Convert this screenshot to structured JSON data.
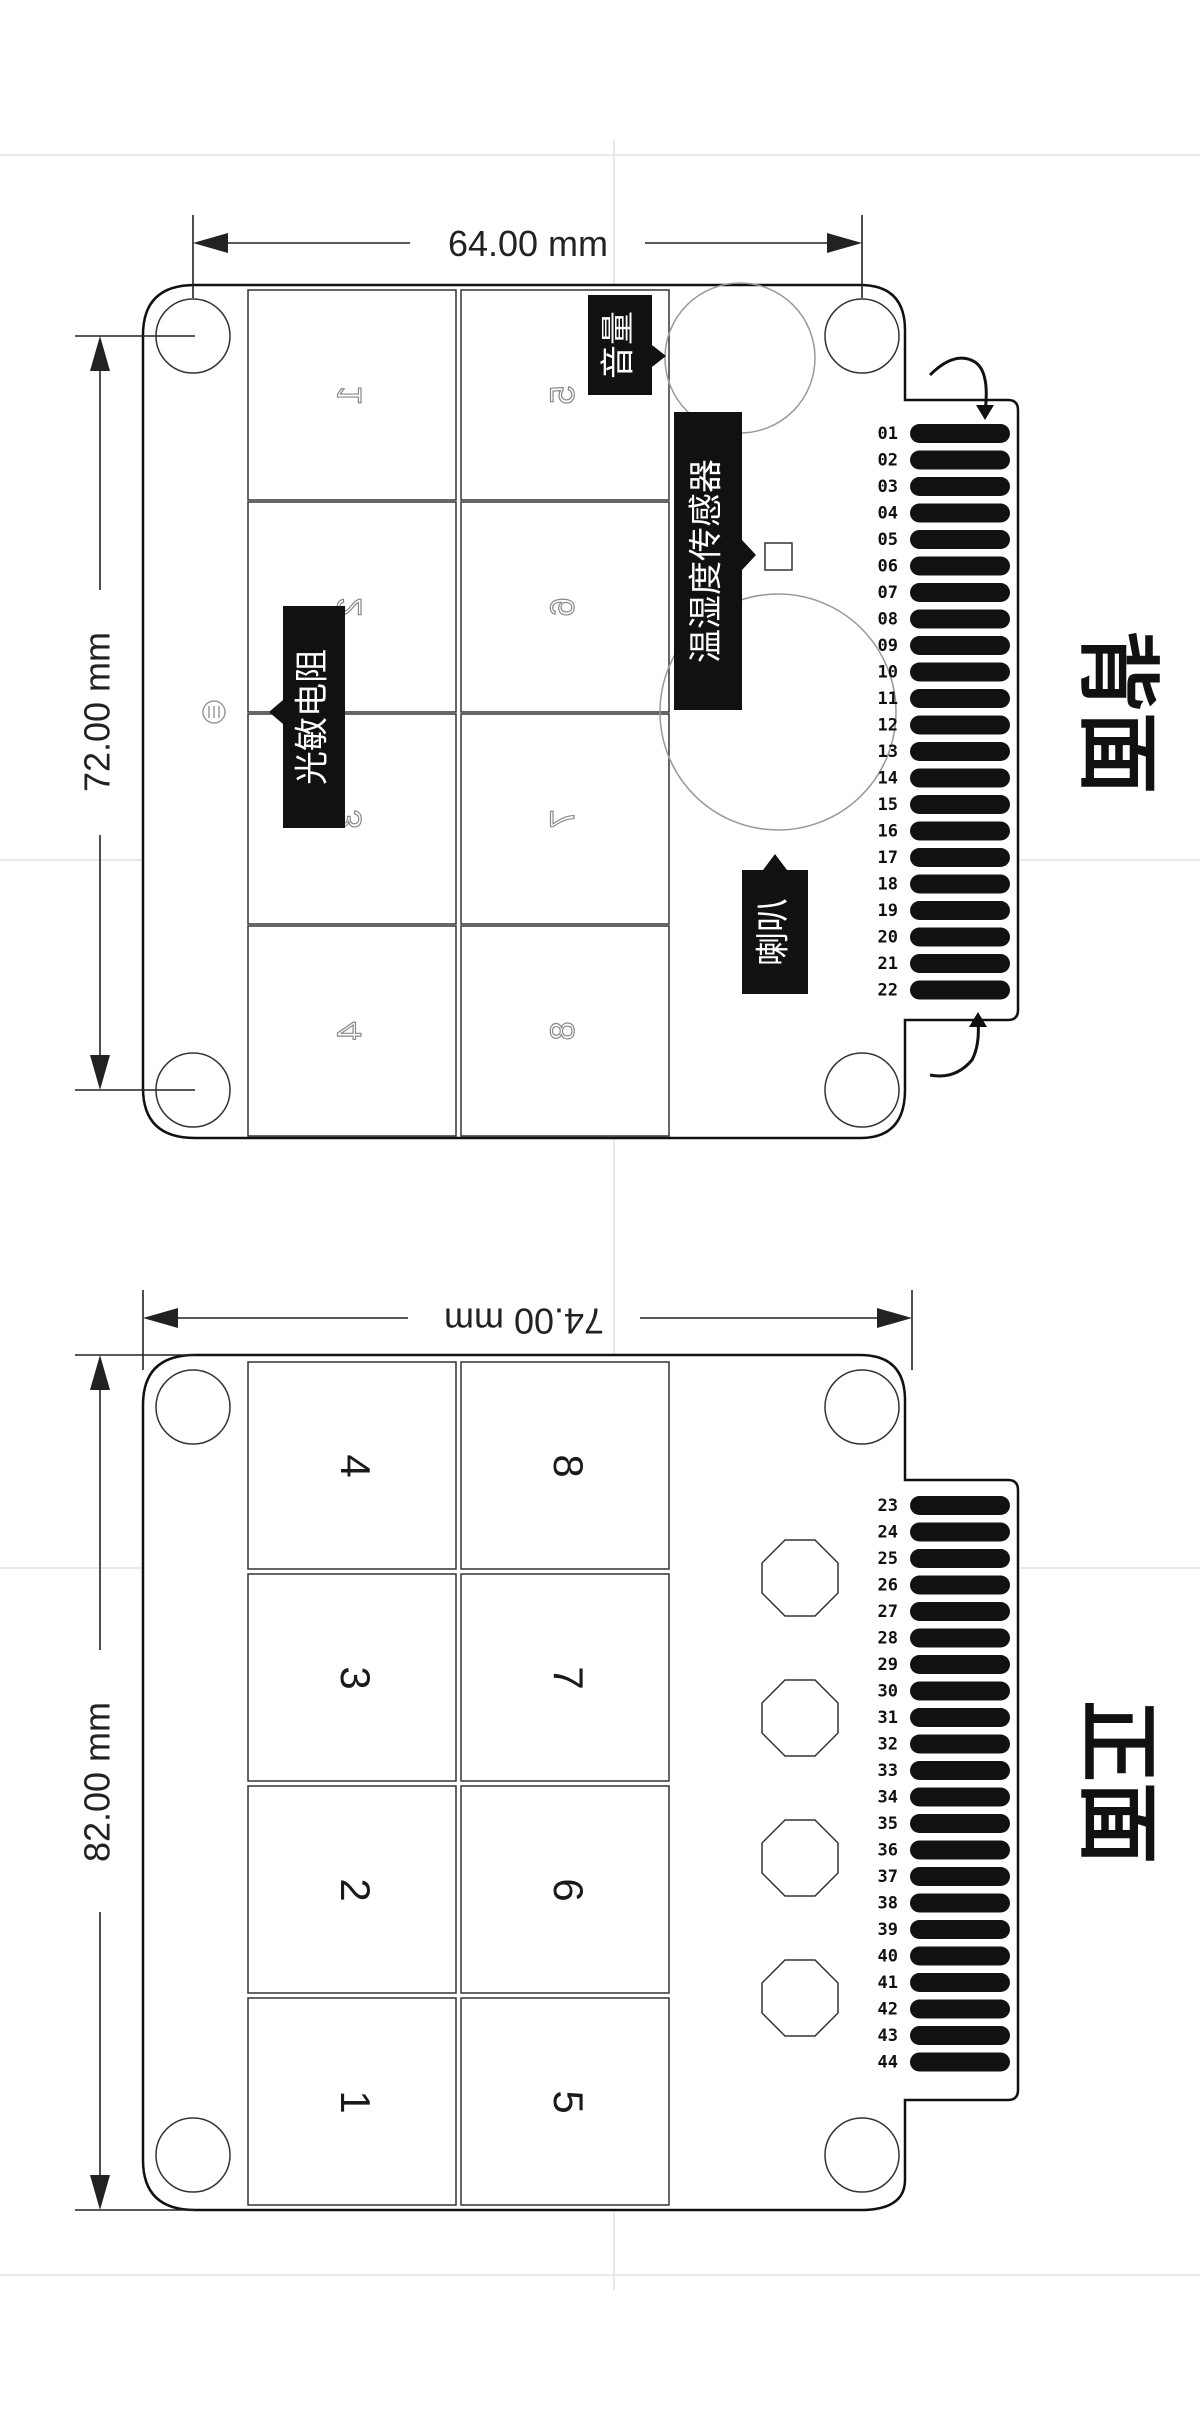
{
  "back": {
    "title": "背面",
    "width_dim": "64.00 mm",
    "height_dim": "72.00 mm",
    "keys": [
      "1",
      "2",
      "3",
      "4",
      "5",
      "6",
      "7",
      "8"
    ],
    "labels": {
      "volume": "音量",
      "temp_humidity_sensor": "温湿度传感器",
      "light_resistor": "光敏电阻",
      "speaker": "喇叭"
    },
    "pins": [
      "01",
      "02",
      "03",
      "04",
      "05",
      "06",
      "07",
      "08",
      "09",
      "10",
      "11",
      "12",
      "13",
      "14",
      "15",
      "16",
      "17",
      "18",
      "19",
      "20",
      "21",
      "22"
    ]
  },
  "front": {
    "title": "正面",
    "width_dim": "74.00 mm",
    "height_dim": "82.00 mm",
    "keys": [
      "1",
      "2",
      "3",
      "4",
      "5",
      "6",
      "7",
      "8"
    ],
    "pins": [
      "23",
      "24",
      "25",
      "26",
      "27",
      "28",
      "29",
      "30",
      "31",
      "32",
      "33",
      "34",
      "35",
      "36",
      "37",
      "38",
      "39",
      "40",
      "41",
      "42",
      "43",
      "44"
    ]
  },
  "colors": {
    "ink": "#111111",
    "guide": "#e2e2e2",
    "label_bg": "#111111"
  }
}
